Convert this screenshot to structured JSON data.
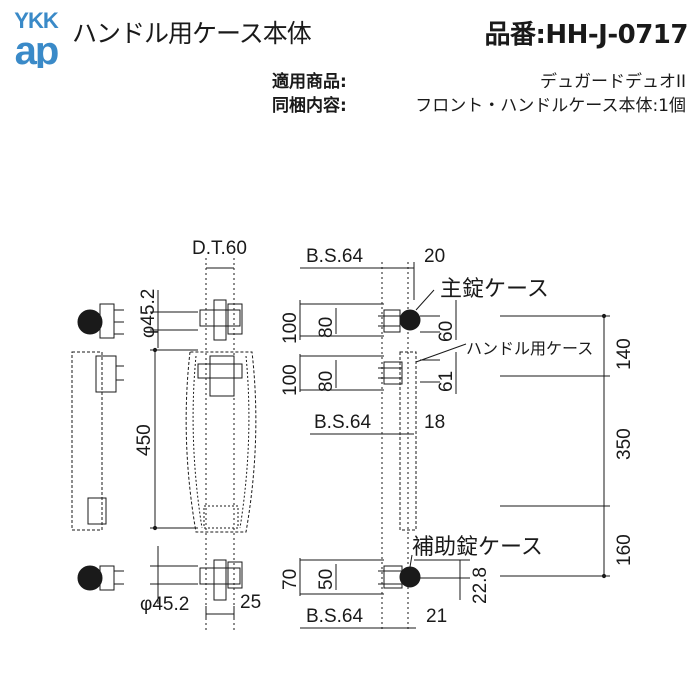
{
  "brand": {
    "logo_top": "YKK",
    "logo_bottom": "ap",
    "color": "#3a8ac8"
  },
  "header": {
    "title": "ハンドル用ケース本体",
    "part_number": "品番:HH-J-0717"
  },
  "meta": {
    "applicable_label": "適用商品:",
    "applicable_value": "デュガードデュオII",
    "contents_label": "同梱内容:",
    "contents_value": "フロント・ハンドルケース本体:1個"
  },
  "drawing": {
    "dt": "D.T.60",
    "phi_upper": "φ45.2",
    "phi_lower": "φ45.2",
    "height_450": "450",
    "dim_25": "25",
    "bs_top": "B.S.64",
    "dim_20": "20",
    "bs_mid": "B.S.64",
    "dim_18": "18",
    "bs_bottom": "B.S.64",
    "dim_21": "21",
    "dim_100a": "100",
    "dim_80a": "80",
    "dim_60": "60",
    "dim_100b": "100",
    "dim_80b": "80",
    "dim_61": "61",
    "dim_70": "70",
    "dim_50": "50",
    "dim_22_8": "22.8",
    "dim_140": "140",
    "dim_350": "350",
    "dim_160": "160",
    "label_main_lock": "主錠ケース",
    "label_handle_case": "ハンドル用ケース",
    "label_aux_lock": "補助錠ケース"
  }
}
